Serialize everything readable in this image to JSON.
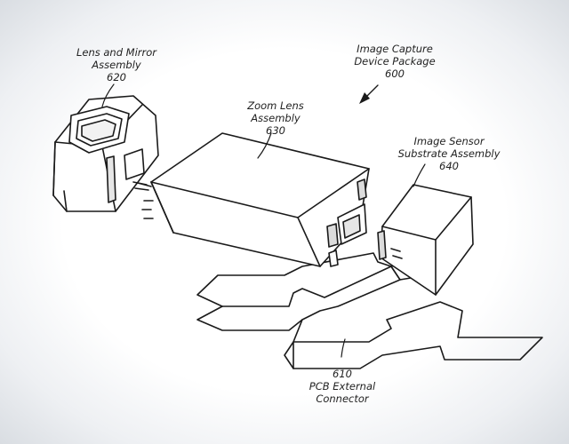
{
  "labels": {
    "lens_mirror": {
      "line1": "Lens and Mirror",
      "line2": "Assembly",
      "ref": "620"
    },
    "zoom_lens": {
      "line1": "Zoom Lens",
      "line2": "Assembly",
      "ref": "630"
    },
    "package": {
      "line1": "Image Capture",
      "line2": "Device Package",
      "ref": "600"
    },
    "sensor": {
      "line1": "Image Sensor",
      "line2": "Substrate Assembly",
      "ref": "640"
    },
    "pcb": {
      "ref": "610",
      "line1": "PCB External",
      "line2": "Connector"
    }
  },
  "colors": {
    "line": "#1a1a1a",
    "paper": "#ffffff",
    "shade": "#dcdcdc"
  }
}
